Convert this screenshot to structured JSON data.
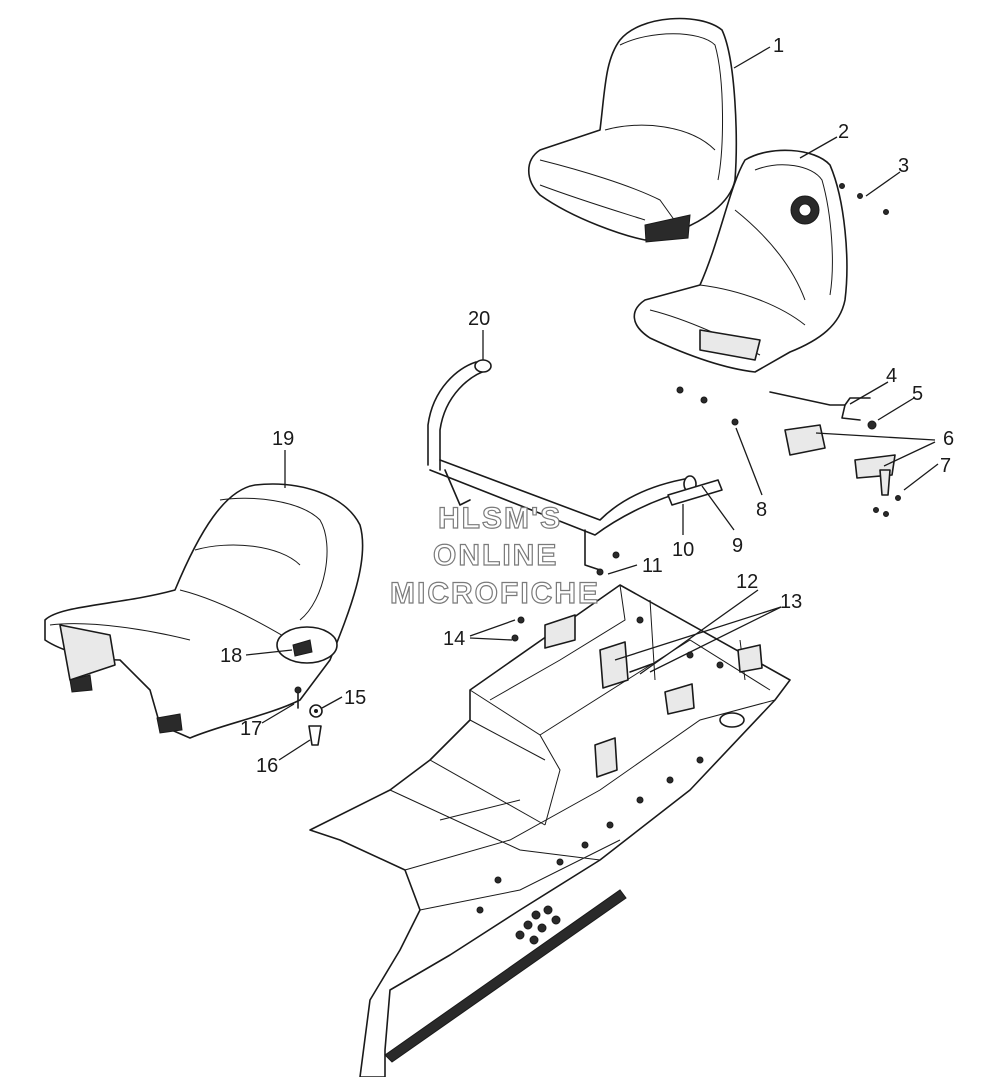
{
  "watermark": {
    "line1": "HLSM'S",
    "line2": "ONLINE",
    "line3": "MICROFICHE"
  },
  "callouts": {
    "c1": "1",
    "c2": "2",
    "c3": "3",
    "c4": "4",
    "c5": "5",
    "c6": "6",
    "c7": "7",
    "c8": "8",
    "c9": "9",
    "c10": "10",
    "c11": "11",
    "c12": "12",
    "c13": "13",
    "c14": "14",
    "c15": "15",
    "c16": "16",
    "c17": "17",
    "c18": "18",
    "c19": "19",
    "c20": "20"
  }
}
